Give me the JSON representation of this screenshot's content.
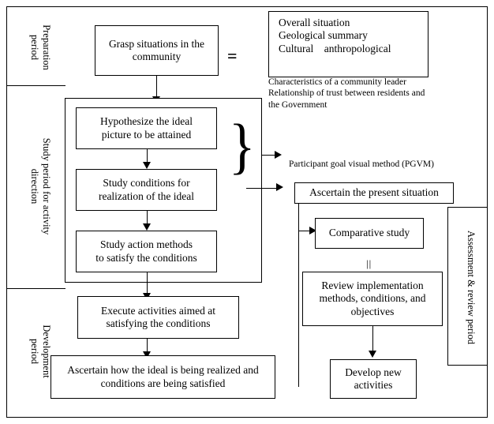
{
  "diagram": {
    "title": "Community activity study flow",
    "stroke_color": "#000000",
    "background_color": "#ffffff",
    "phases": [
      {
        "id": "preparation",
        "label": "Preparation\nperiod",
        "side": "left"
      },
      {
        "id": "study",
        "label": "Study period for activity\ndirection",
        "side": "left"
      },
      {
        "id": "development",
        "label": "Development\nperiod",
        "side": "left"
      },
      {
        "id": "assessment",
        "label": "Assessment & review period",
        "side": "right"
      }
    ],
    "boxes": [
      {
        "id": "grasp",
        "text": "Grasp situations in the\ncommunity"
      },
      {
        "id": "overall",
        "text": "Overall situation\nGeological summary\nCultural    anthropological"
      },
      {
        "id": "hypothesize",
        "text": "Hypothesize the ideal\npicture to be attained"
      },
      {
        "id": "study_conditions",
        "text": "Study conditions for\nrealization of the ideal"
      },
      {
        "id": "study_action",
        "text": "Study action methods\nto satisfy the conditions"
      },
      {
        "id": "execute",
        "text": "Execute activities aimed at\nsatisfying the conditions"
      },
      {
        "id": "ascertain_ideal",
        "text": "Ascertain how the ideal is being realized and\nconditions are being satisfied"
      },
      {
        "id": "ascertain_present",
        "text": "Ascertain the present situation"
      },
      {
        "id": "comparative",
        "text": "Comparative study"
      },
      {
        "id": "review",
        "text": "Review implementation\nmethods, conditions, and\nobjectives"
      },
      {
        "id": "develop_new",
        "text": "Develop new\nactivities"
      }
    ],
    "annotations": [
      {
        "id": "leader_note",
        "text": "Characteristics of a community leader\nRelationship of trust between residents and\nthe Government"
      },
      {
        "id": "pgvm_note",
        "text": "Participant goal visual method (PGVM)"
      }
    ],
    "symbols": [
      {
        "id": "equals",
        "text": "="
      },
      {
        "id": "brace",
        "text": "}"
      },
      {
        "id": "double-bar",
        "text": "||"
      }
    ]
  }
}
